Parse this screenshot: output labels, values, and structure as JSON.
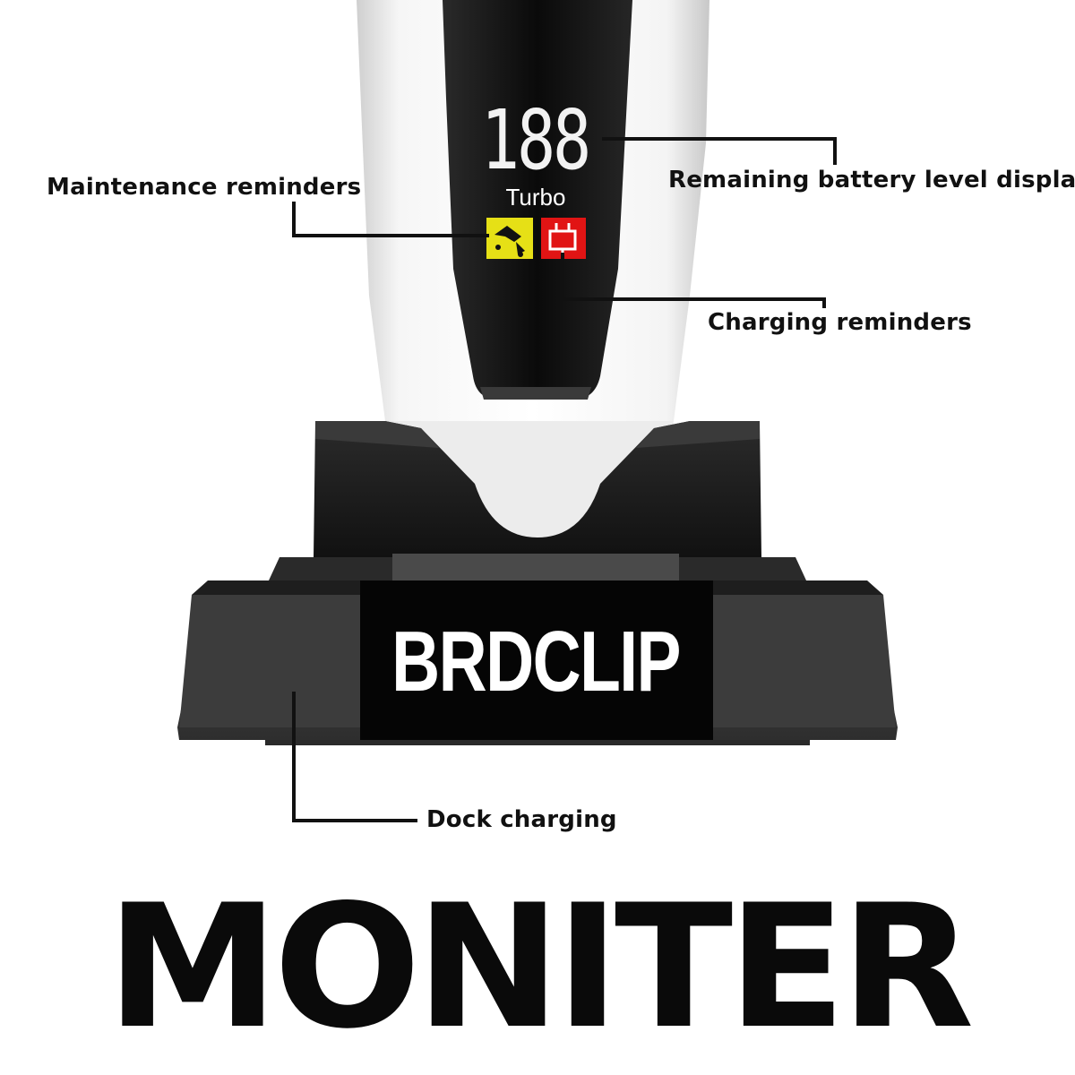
{
  "callouts": {
    "maintenance": "Maintenance reminders",
    "battery": "Remaining battery level display",
    "charging": "Charging reminders",
    "dock": "Dock charging"
  },
  "display": {
    "digits": "188",
    "mode": "Turbo"
  },
  "dock": {
    "brand": "BRDCLIP"
  },
  "headline": "MONITER",
  "colors": {
    "maintenance_icon": "#e6e016",
    "charging_icon": "#e11414",
    "dock_body": "#1a1a1a",
    "clipper_body": "#f2f2f2",
    "screen": "#0b0b0b"
  },
  "icons": {
    "maintenance": "oil-drop-icon",
    "charging": "plug-icon"
  }
}
